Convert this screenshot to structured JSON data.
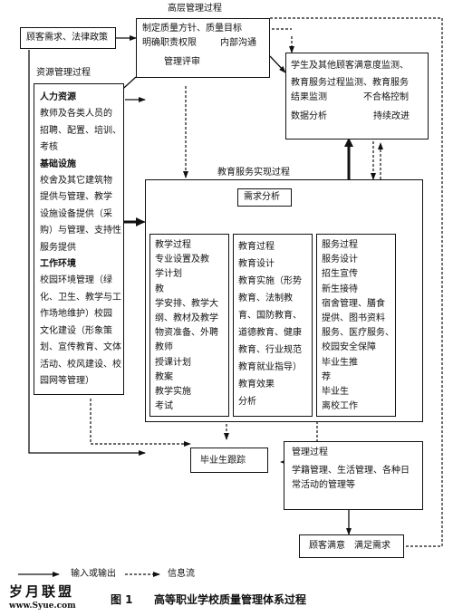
{
  "titles": {
    "mgmt": "高层管理过程",
    "resource": "资源管理过程",
    "service_realization": "教育服务实现过程"
  },
  "customer_law": "顾客需求、法律政策",
  "mgmt_box": {
    "l1": "制定质量方针、质量目标",
    "l2_a": "明确职责权限",
    "l2_b": "内部沟通",
    "l3": "管理评审"
  },
  "monitor_box": {
    "l1": "学生及其他顾客满意度监测、",
    "l2": "教育服务过程监测、教育服务",
    "l3_a": "结果监测",
    "l3_b": "不合格控制",
    "l4_a": "数据分析",
    "l4_b": "持续改进"
  },
  "resource_box": {
    "lines": [
      {
        "text": "人力资源",
        "bold": true
      },
      {
        "text": "教师及各类人员的",
        "bold": false
      },
      {
        "text": "招聘、配置、培训、",
        "bold": false
      },
      {
        "text": "考核",
        "bold": false
      },
      {
        "text": "基础设施",
        "bold": true
      },
      {
        "text": "校舍及其它建筑物",
        "bold": false
      },
      {
        "text": "提供与管理、教学",
        "bold": false
      },
      {
        "text": "设施设备提供（采",
        "bold": false
      },
      {
        "text": "购）与管理、支持性",
        "bold": false
      },
      {
        "text": "服务提供",
        "bold": false
      },
      {
        "text": "工作环境",
        "bold": true
      },
      {
        "text": "校园环境管理（绿",
        "bold": false
      },
      {
        "text": "化、卫生、教学与工",
        "bold": false
      },
      {
        "text": "作场地维护）校园",
        "bold": false
      },
      {
        "text": "文化建设（形象策",
        "bold": false
      },
      {
        "text": "划、宣传教育、文体",
        "bold": false
      },
      {
        "text": "活动、校风建设、校",
        "bold": false
      },
      {
        "text": "园网等管理）",
        "bold": false
      }
    ]
  },
  "needs_analysis": "需求分析",
  "teaching_box": {
    "lines": [
      "教学过程",
      "专业设置及教",
      "学计划",
      "教",
      "学安排、教学大",
      "纲、教材及教学",
      "物资准备、外聘",
      "教师",
      "授课计划",
      "教案",
      "教学实施",
      "考试"
    ]
  },
  "education_box": {
    "lines": [
      "教育过程",
      "教育设计",
      "教育实施（形势",
      "教育、法制教",
      "育、国防教育、",
      "道德教育、健康",
      "教育、行业规范",
      "教育就业指导）",
      "教育效果",
      "分析"
    ]
  },
  "service_box": {
    "lines": [
      "服务过程",
      "服务设计",
      "招生宣传",
      "新生接待",
      "宿舍管理、膳食",
      "提供、图书资料",
      "服务、医疗服务、",
      "校园安全保障",
      "毕业生推",
      "荐",
      "毕业生",
      "离校工作"
    ]
  },
  "graduate_tracking": "毕业生跟踪",
  "manage_box": {
    "l1": "管理过程",
    "l2": "学籍管理、生活管理、各种日",
    "l3": "常活动的管理等"
  },
  "satisfaction": "顾客满意　满足需求",
  "legend": {
    "io": "输入或输出",
    "info": "信息流"
  },
  "caption_fig": "图 1",
  "caption_title": "高等职业学校质量管理体系过程",
  "watermark_cn": "岁月联盟",
  "watermark_url": "www.Syue.com"
}
